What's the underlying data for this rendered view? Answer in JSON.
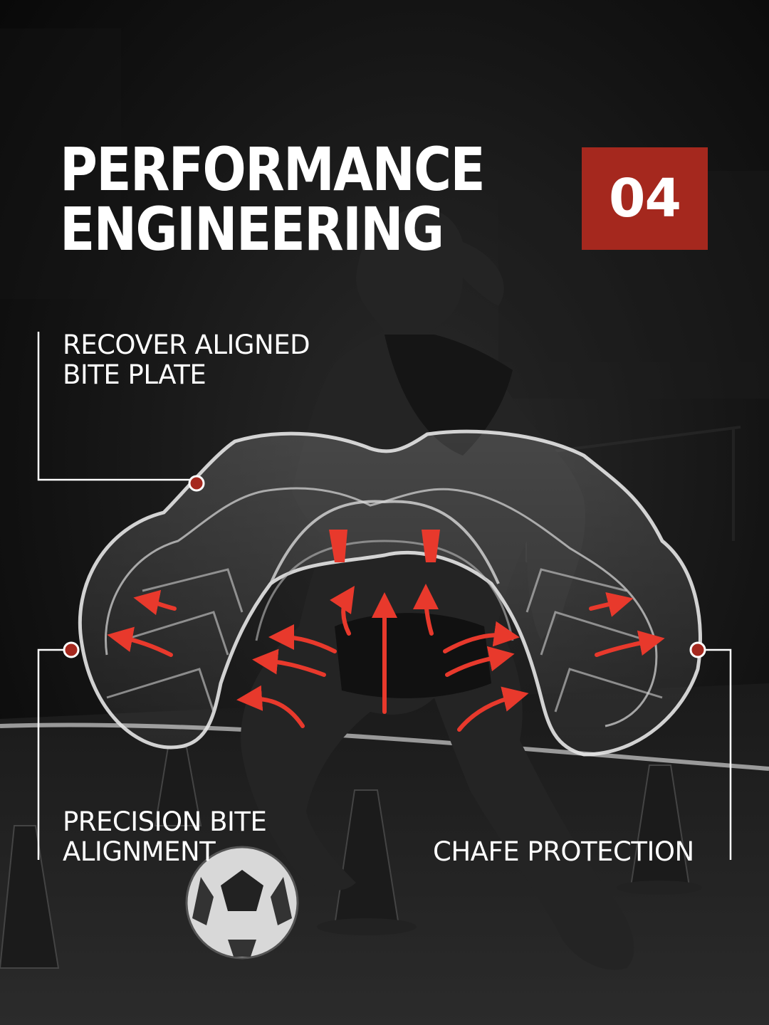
{
  "title": {
    "line1": "PERFORMANCE",
    "line2": "ENGINEERING"
  },
  "badge": "04",
  "callouts": {
    "bite_plate": {
      "line1": "RECOVER ALIGNED",
      "line2": "BITE PLATE"
    },
    "precision": {
      "line1": "PRECISION BITE",
      "line2": "ALIGNMENT"
    },
    "chafe": {
      "line1": "CHAFE PROTECTION"
    }
  },
  "colors": {
    "accent": "#a5281e",
    "arrow": "#e8392c",
    "background": "#0d0d0d",
    "text": "#ffffff"
  },
  "icons": {
    "hero": "athlete-photo",
    "product": "mouthguard-diagram",
    "arrows": "airflow-arrow-icon"
  }
}
